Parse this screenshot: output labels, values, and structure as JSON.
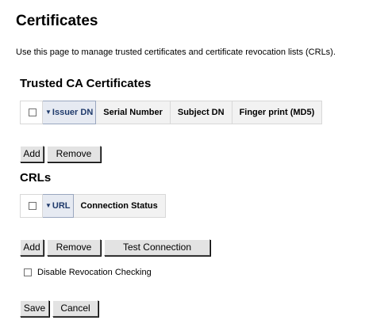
{
  "page": {
    "title": "Certificates",
    "description": "Use this page to manage trusted certificates and certificate revocation lists (CRLs)."
  },
  "trusted_ca": {
    "title": "Trusted CA Certificates",
    "columns": [
      "Issuer DN",
      "Serial Number",
      "Subject DN",
      "Finger print (MD5)"
    ],
    "sorted_column": "Issuer DN",
    "buttons": {
      "add": "Add",
      "remove": "Remove"
    }
  },
  "crls": {
    "title": "CRLs",
    "columns": [
      "URL",
      "Connection Status"
    ],
    "sorted_column": "URL",
    "buttons": {
      "add": "Add",
      "remove": "Remove",
      "test": "Test Connection"
    }
  },
  "options": {
    "disable_revocation_label": "Disable Revocation Checking",
    "disable_revocation_checked": false
  },
  "footer": {
    "save": "Save",
    "cancel": "Cancel"
  },
  "icons": {
    "sort": "sort-desc-arrow-icon",
    "checkbox": "checkbox-icon"
  },
  "colors": {
    "header_bg": "#f2f2f2",
    "sorted_header_bg": "#e6eaf2",
    "button_bg": "#e3e3e3"
  }
}
